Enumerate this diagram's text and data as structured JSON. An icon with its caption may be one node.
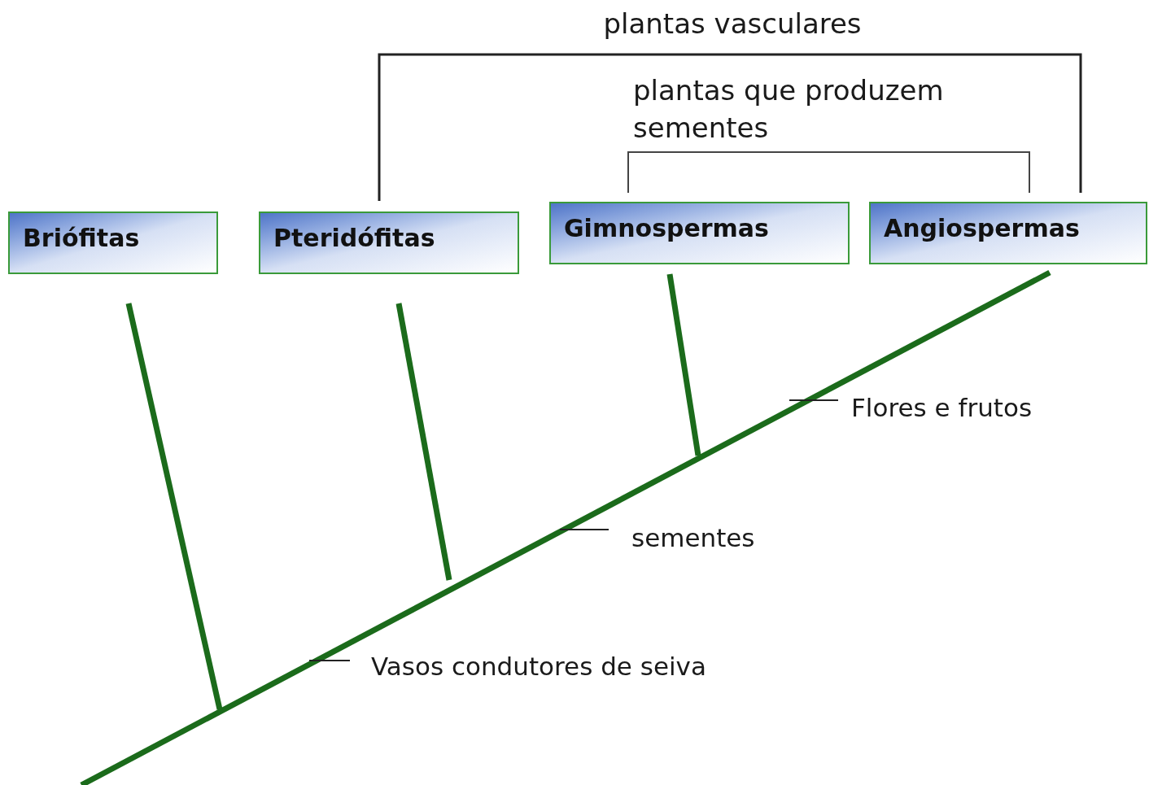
{
  "diagram": {
    "nodes": [
      {
        "text": [
          "Briófitas"
        ]
      },
      {
        "text": [
          "Pteridófitas"
        ]
      },
      {
        "text": [
          "Gimnospermas"
        ]
      },
      {
        "text": [
          "Angiospermas"
        ]
      }
    ],
    "labels": [
      "plantas vasculares",
      "plantas que produzem sementes",
      "Flores e frutos",
      "sementes",
      "Vasos condutores de seiva"
    ]
  }
}
